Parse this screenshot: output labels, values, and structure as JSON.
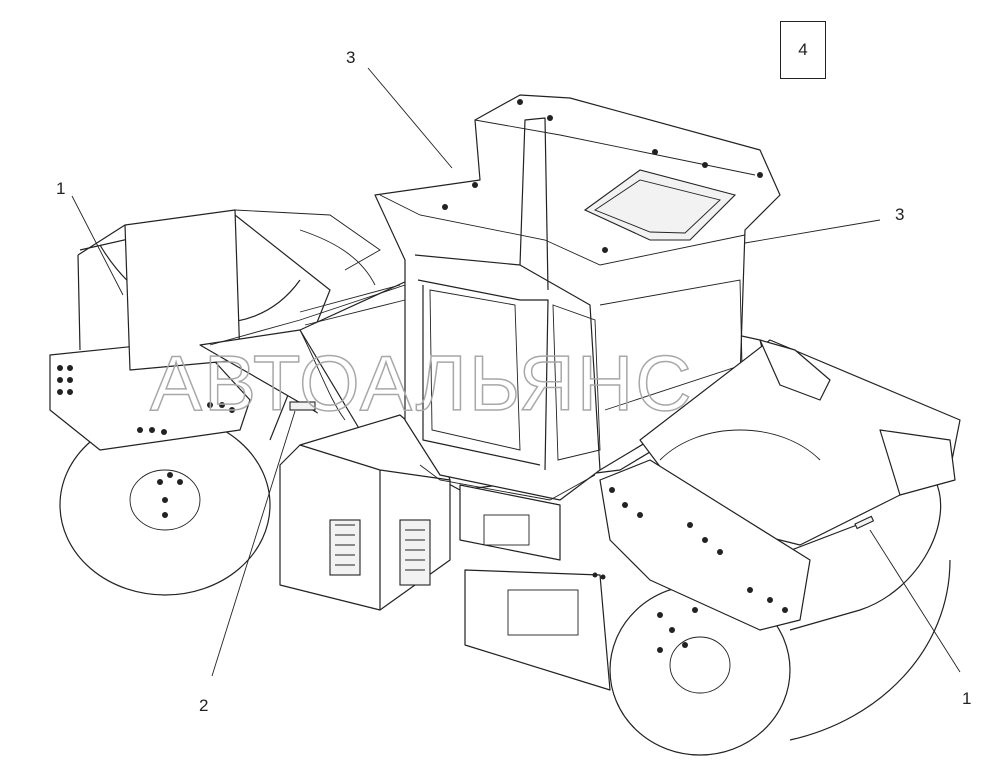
{
  "diagram": {
    "page_number": "4",
    "callouts": [
      {
        "id": "callout-1-left",
        "text": "1"
      },
      {
        "id": "callout-1-right",
        "text": "1"
      },
      {
        "id": "callout-2",
        "text": "2"
      },
      {
        "id": "callout-3-top",
        "text": "3"
      },
      {
        "id": "callout-3-right",
        "text": "3"
      }
    ],
    "watermark": "АВТОАЛЬЯНС"
  }
}
